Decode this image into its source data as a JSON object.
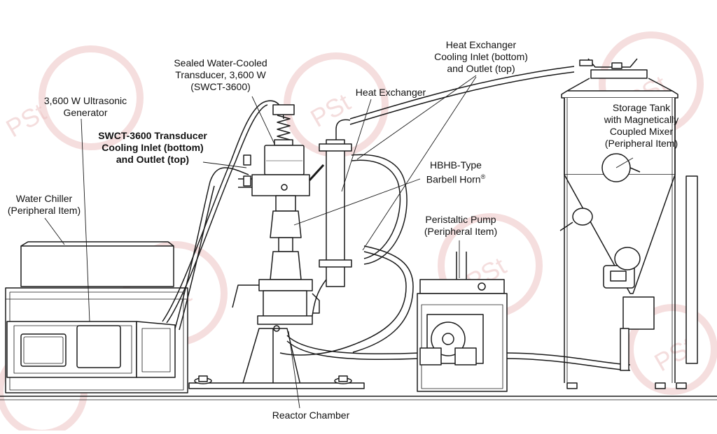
{
  "watermark_text": "PSt",
  "colors": {
    "line": "#1a1a1a",
    "watermark": "#e7b3b3",
    "background": "#ffffff"
  },
  "labels": {
    "generator": [
      "3,600 W Ultrasonic",
      "Generator"
    ],
    "transducer_cooling": [
      "SWCT-3600 Transducer",
      "Cooling Inlet (bottom)",
      "and Outlet (top)"
    ],
    "sealed_transducer": [
      "Sealed Water-Cooled",
      "Transducer, 3,600 W",
      "(SWCT-3600)"
    ],
    "heat_exchanger": "Heat Exchanger",
    "hx_cooling": [
      "Heat Exchanger",
      "Cooling Inlet (bottom)",
      "and Outlet (top)"
    ],
    "storage_tank": [
      "Storage Tank",
      "with Magnetically",
      "Coupled Mixer",
      "(Peripheral Item)"
    ],
    "horn": "HBHB-Type",
    "horn_line2": "Barbell Horn",
    "horn_reg": "®",
    "water_chiller": [
      "Water Chiller",
      "(Peripheral Item)"
    ],
    "pump": [
      "Peristaltic Pump",
      "(Peripheral Item)"
    ],
    "reactor": "Reactor Chamber"
  }
}
